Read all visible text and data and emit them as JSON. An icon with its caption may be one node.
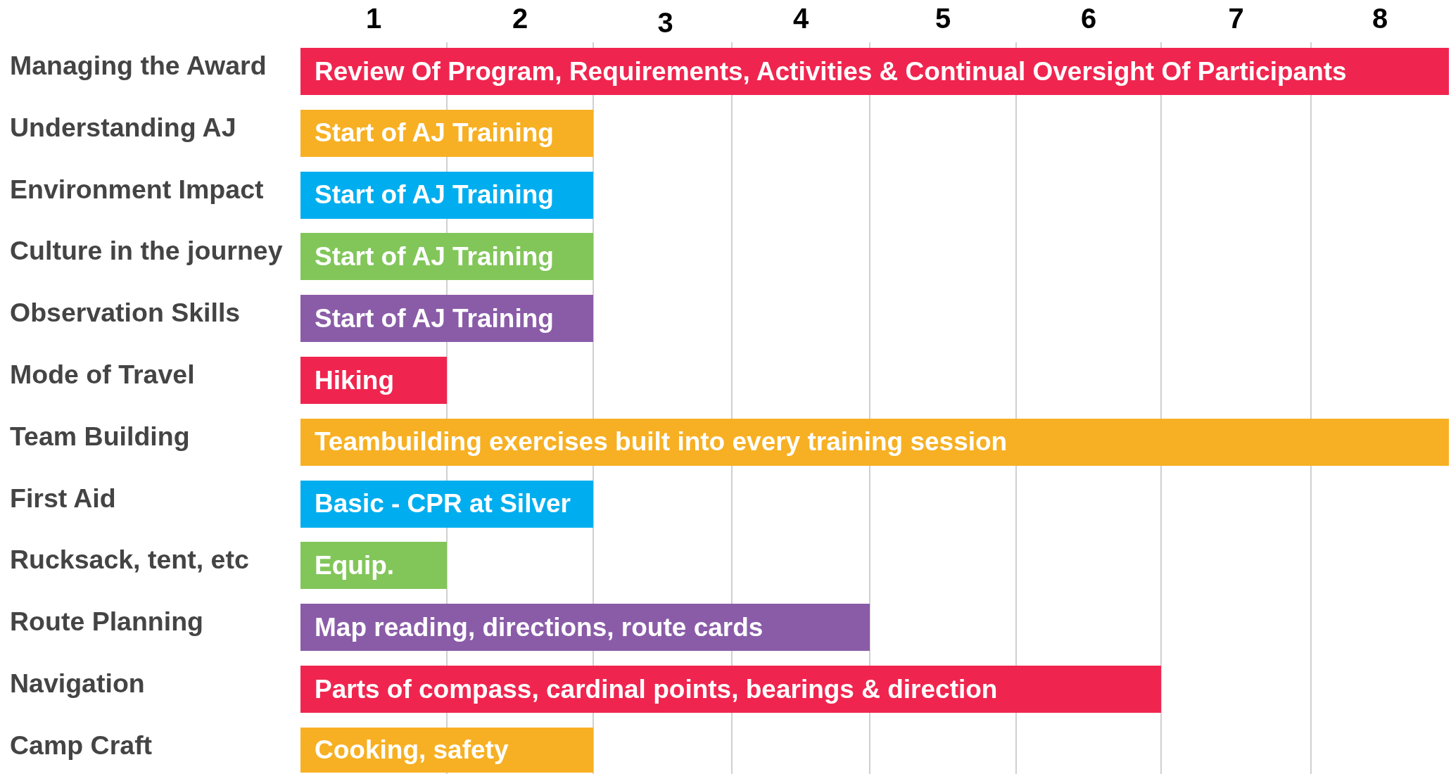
{
  "diagram": {
    "nodes": [
      {
        "text": [
          "Review Of Program, Requirements, Activities & Continual Oversight Of Participants"
        ]
      },
      {
        "text": [
          "Start of AJ Training"
        ]
      },
      {
        "text": [
          "Start of AJ Training"
        ]
      },
      {
        "text": [
          "Start of AJ Training"
        ]
      },
      {
        "text": [
          "Start of AJ Training"
        ]
      },
      {
        "text": [
          "Hiking"
        ]
      },
      {
        "text": [
          "Teambuilding exercises built into every training session"
        ]
      },
      {
        "text": [
          "Basic - CPR at Silver"
        ]
      },
      {
        "text": [
          "Equip."
        ]
      },
      {
        "text": [
          "Map reading, directions, route cards"
        ]
      },
      {
        "text": [
          "Parts of compass, cardinal points, bearings & direction"
        ]
      },
      {
        "text": [
          "Cooking, safety"
        ]
      }
    ],
    "labels": [
      "1",
      "2",
      "3",
      "4",
      "5",
      "6",
      "7",
      "8",
      "Managing the Award",
      "Understanding AJ",
      "Environment Impact",
      "Culture in the journey",
      "Observation Skills",
      "Mode of Travel",
      "Team Building",
      "First Aid",
      "Rucksack, tent, etc",
      "Route Planning",
      "Navigation",
      "Camp Craft"
    ]
  }
}
